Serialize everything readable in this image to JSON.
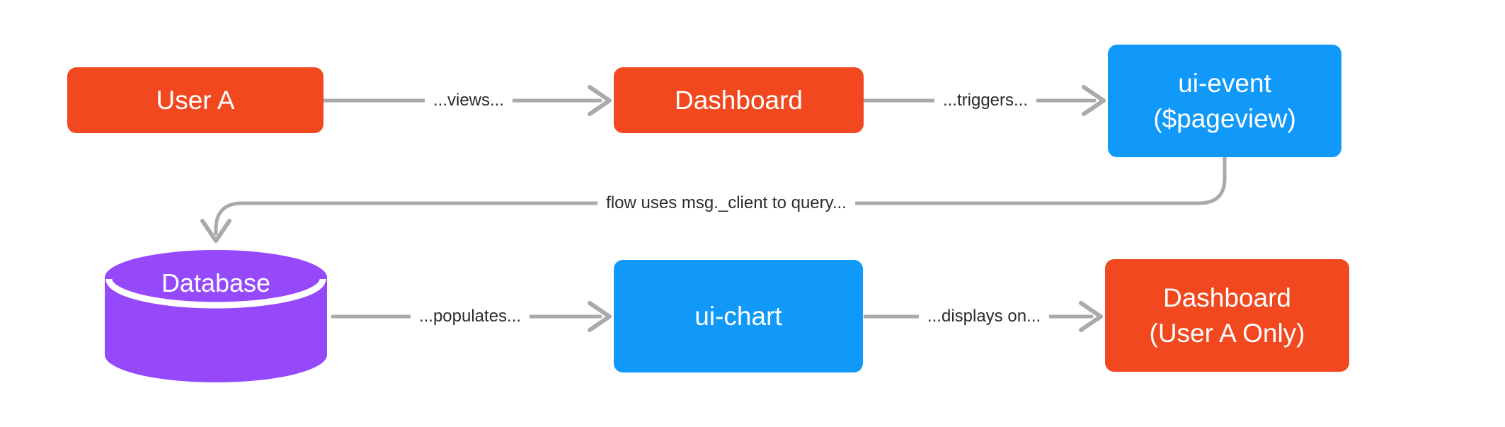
{
  "diagram": {
    "type": "flowchart",
    "nodes": {
      "user_a": {
        "label": "User A",
        "shape": "rect",
        "color": "#F1481F"
      },
      "dashboard": {
        "label": "Dashboard",
        "shape": "rect",
        "color": "#F1481F"
      },
      "ui_event": {
        "label": "ui-event\n($pageview)",
        "shape": "rect",
        "color": "#1199FA"
      },
      "database": {
        "label": "Database",
        "shape": "cylinder",
        "color": "#9549FA"
      },
      "ui_chart": {
        "label": "ui-chart",
        "shape": "rect",
        "color": "#1199FA"
      },
      "dashboard_user_a_only": {
        "label": "Dashboard\n(User A Only)",
        "shape": "rect",
        "color": "#F1481F"
      }
    },
    "edges": {
      "views": {
        "from": "User A",
        "to": "Dashboard",
        "label": "...views..."
      },
      "triggers": {
        "from": "Dashboard",
        "to": "ui-event ($pageview)",
        "label": "...triggers..."
      },
      "query": {
        "from": "ui-event ($pageview)",
        "to": "Database",
        "label": "flow uses msg._client to query..."
      },
      "populates": {
        "from": "Database",
        "to": "ui-chart",
        "label": "...populates..."
      },
      "displays_on": {
        "from": "ui-chart",
        "to": "Dashboard (User A Only)",
        "label": "...displays on..."
      }
    },
    "colors": {
      "node_orange": "#F1481F",
      "node_blue": "#1199FA",
      "database_purple": "#9549FA",
      "connector_gray": "#AAAAAA",
      "edge_label_text": "#2B2B2B",
      "node_text": "#FFFFFF",
      "background": "#FFFFFF"
    }
  }
}
